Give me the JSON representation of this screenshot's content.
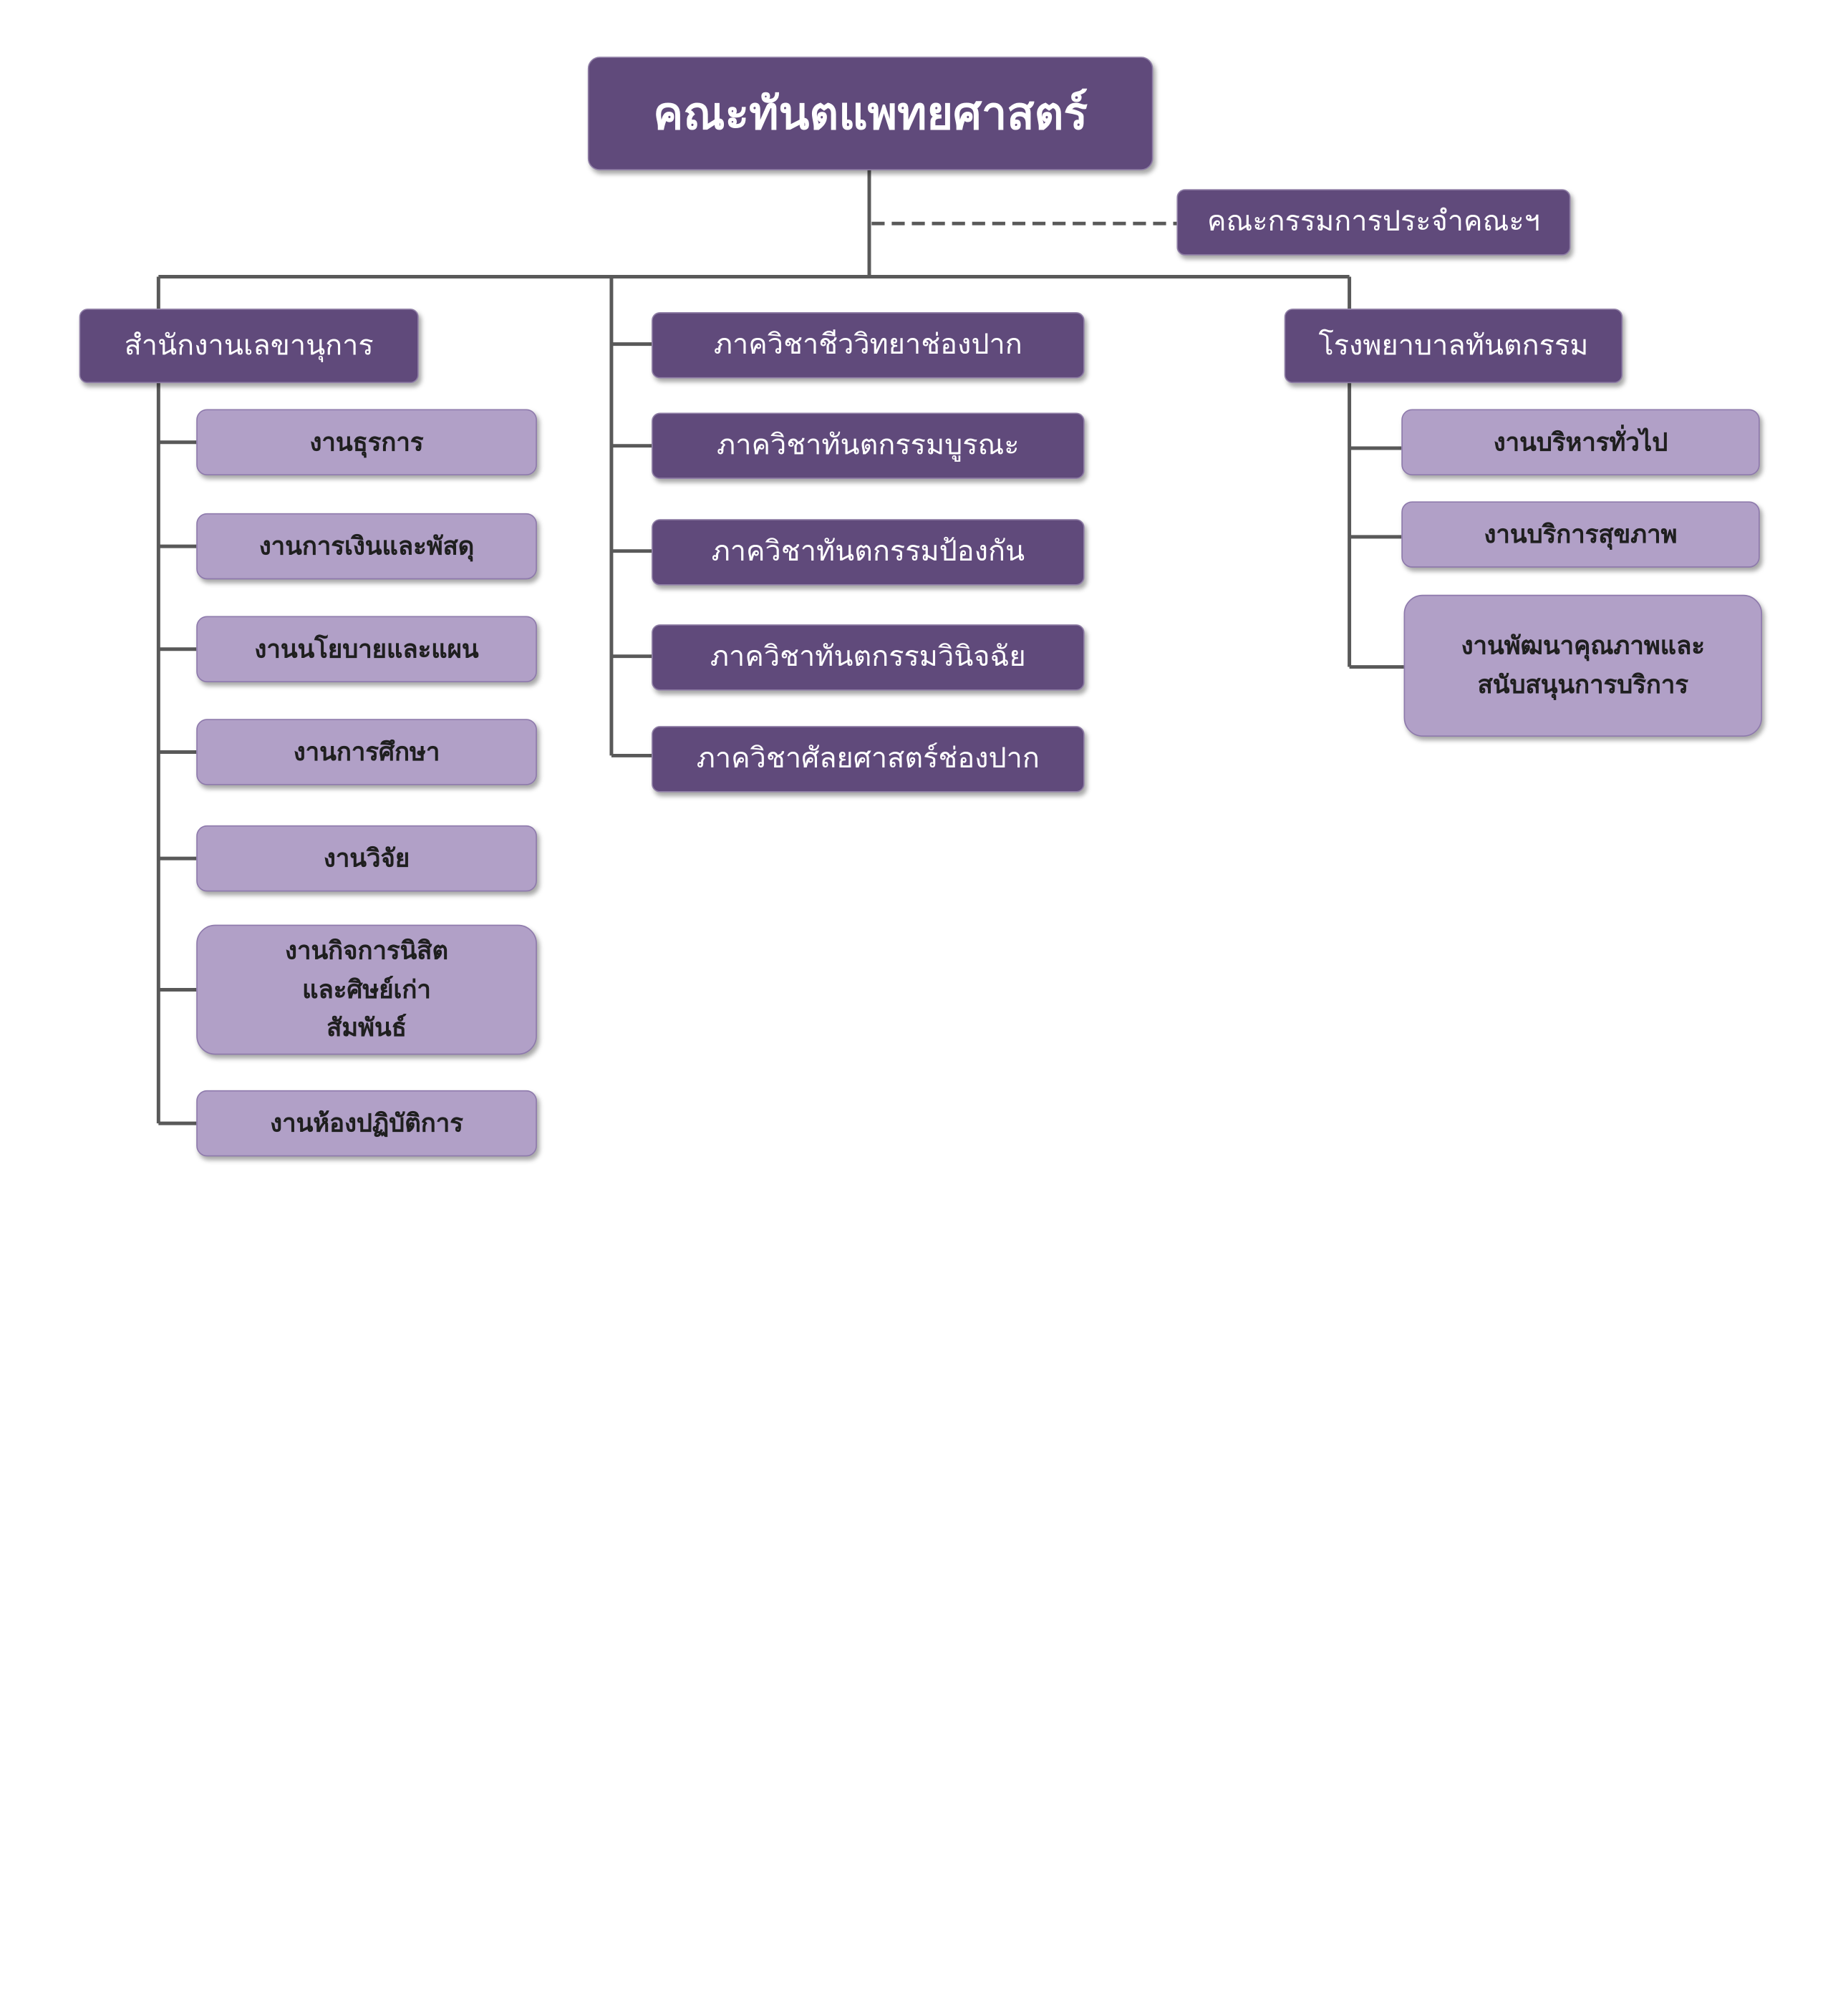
{
  "root": {
    "label": "คณะทันตแพทยศาสตร์"
  },
  "committee": {
    "label": "คณะกรรมการประจำคณะฯ"
  },
  "office": {
    "label": "สำนักงานเลขานุการ",
    "units": [
      "งานธุรการ",
      "งานการเงินและพัสดุ",
      "งานนโยบายและแผน",
      "งานการศึกษา",
      "งานวิจัย",
      "งานกิจการนิสิตและศิษย์เก่าสัมพันธ์",
      "งานห้องปฏิบัติการ"
    ]
  },
  "departments": [
    "ภาควิชาชีววิทยาช่องปาก",
    "ภาควิชาทันตกรรมบูรณะ",
    "ภาควิชาทันตกรรมป้องกัน",
    "ภาควิชาทันตกรรมวินิจฉัย",
    "ภาควิชาศัลยศาสตร์ช่องปาก"
  ],
  "hospital": {
    "label": "โรงพยาบาลทันตกรรม",
    "units": [
      "งานบริหารทั่วไป",
      "งานบริการสุขภาพ",
      "งานพัฒนาคุณภาพและสนับสนุนการบริการ"
    ]
  },
  "colors": {
    "dark_box": "#604a7b",
    "light_box": "#b1a0c7",
    "connector": "#595959"
  }
}
